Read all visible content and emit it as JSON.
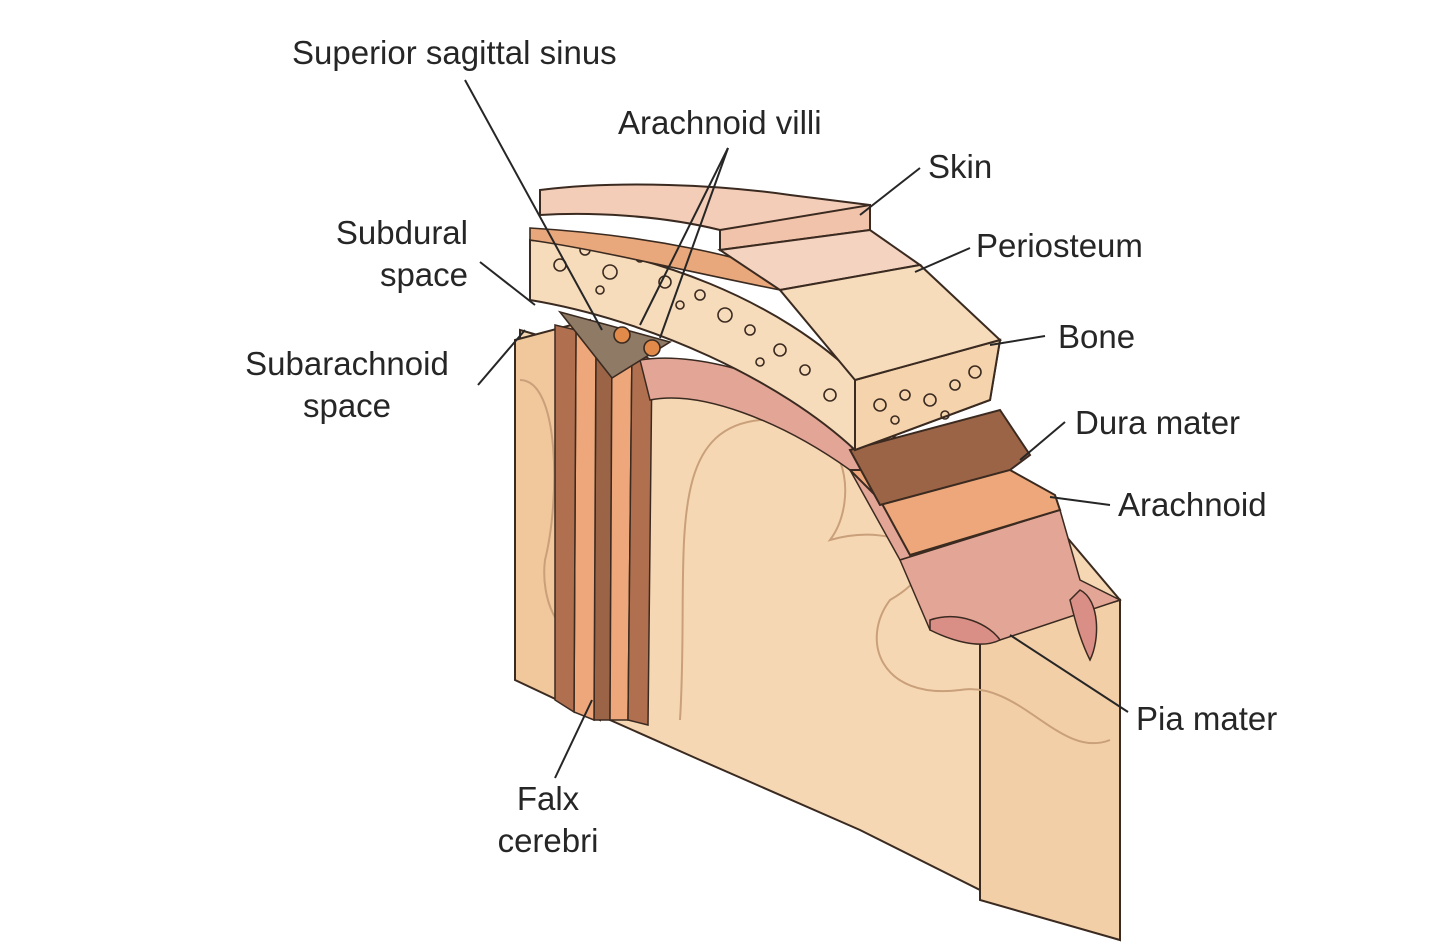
{
  "labels": {
    "superior_sagittal_sinus": "Superior sagittal sinus",
    "arachnoid_villi": "Arachnoid villi",
    "skin": "Skin",
    "periosteum": "Periosteum",
    "bone": "Bone",
    "dura_mater": "Dura mater",
    "arachnoid": "Arachnoid",
    "pia_mater": "Pia mater",
    "subdural_line1": "Subdural",
    "subdural_line2": "space",
    "subarachnoid_line1": "Subarachnoid",
    "subarachnoid_line2": "space",
    "falx_line1": "Falx",
    "falx_line2": "cerebri"
  },
  "colors": {
    "skin": "#f4cdb8",
    "periosteum": "#e9a87c",
    "bone": "#f7dcbc",
    "dura_mater": "#9c6446",
    "arachnoid": "#eda77a",
    "pia_mater": "#e3a596",
    "brain": "#f6d7b4",
    "brain_shade": "#f1c79c",
    "outline": "#3a2a20"
  }
}
